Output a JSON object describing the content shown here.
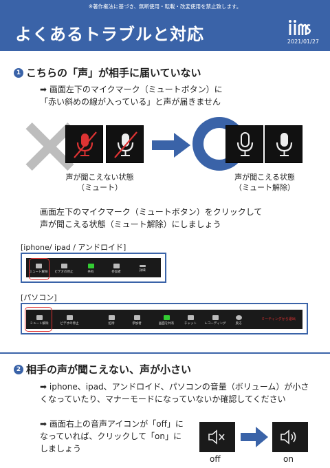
{
  "copyright": "※著作権法に基づき、無断使用・転載・改変使用を禁止致します。",
  "header": {
    "title": "よくあるトラブルと対応",
    "date": "2021/01/27"
  },
  "section1": {
    "number": "1",
    "title": "こちらの「声」が相手に届いていない",
    "line1": "➡ 画面左下のマイクマーク（ミュートボタン）に",
    "line2": "「赤い斜めの線が入っている」と声が届きません",
    "muted_status_1": "声が聞こえない状態",
    "muted_status_2": "（ミュート）",
    "unmuted_status_1": "声が聞こえる状態",
    "unmuted_status_2": "（ミュート解除）",
    "instruction_1": "画面左下のマイクマーク（ミュートボタン）をクリックして",
    "instruction_2": "声が聞こえる状態（ミュート解除）にしましょう"
  },
  "toolbar_mobile": {
    "label": "[iphone/ ipad / アンドロイド]",
    "items": [
      "ミュート解除",
      "ビデオの停止",
      "共有",
      "参加者",
      "詳細"
    ]
  },
  "toolbar_pc": {
    "label": "[パソコン]",
    "items": [
      "ミュート解除",
      "ビデオの停止",
      "招待",
      "参加者",
      "画面を共有",
      "チャット",
      "レコーディング",
      "反応"
    ],
    "leave": "ミーティングから退出"
  },
  "section2": {
    "number": "2",
    "title": "相手の声が聞こえない、声が小さい",
    "line1": "➡ iphone、ipad、アンドロイド、パソコンの音量（ボリューム）が小さ",
    "line2": "くなっていたり、マナーモードになっていないか確認してください",
    "line3": "➡ 画面右上の音声アイコンが「off」に",
    "line4": "なっていれば、クリックして「on」に",
    "line5": "しましょう",
    "off_label": "off",
    "on_label": "on"
  },
  "colors": {
    "brand": "#3a63a8",
    "alert": "#d33333"
  }
}
